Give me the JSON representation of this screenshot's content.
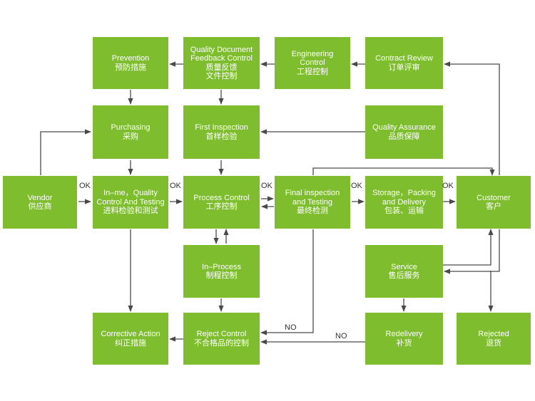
{
  "colors": {
    "box_fill": "#7dbd2e",
    "box_text": "#ffffff",
    "arrow": "#4a4a4a",
    "label": "#333333"
  },
  "boxes": {
    "prevention": {
      "en": [
        "Prevention"
      ],
      "zh": "预防措施"
    },
    "qdfc": {
      "en": [
        "Quality Document",
        "Feedback Control"
      ],
      "zh": [
        "质量反馈",
        "文件控制"
      ]
    },
    "engineering": {
      "en": [
        "Engineering",
        "Control"
      ],
      "zh": "工程控制"
    },
    "contract": {
      "en": [
        "Contract Review"
      ],
      "zh": "订单评审"
    },
    "purchasing": {
      "en": [
        "Purchasing"
      ],
      "zh": "采购"
    },
    "first_insp": {
      "en": [
        "First Inspection"
      ],
      "zh": "首样检验"
    },
    "qa": {
      "en": [
        "Quality Assurance"
      ],
      "zh": "品质保障"
    },
    "vendor": {
      "en": [
        "Vendor"
      ],
      "zh": "供应商"
    },
    "incoming": {
      "en": [
        "In–me，Quality",
        "Control And Testing"
      ],
      "zh": "进料检验和测试"
    },
    "process": {
      "en": [
        "Process Control"
      ],
      "zh": "工序控制"
    },
    "final": {
      "en": [
        "Final inspection",
        "and Testing"
      ],
      "zh": "最终检测"
    },
    "storage": {
      "en": [
        "Storage，Packing",
        "and Delivery"
      ],
      "zh": "包装、运输"
    },
    "customer": {
      "en": [
        "Customer"
      ],
      "zh": "客户"
    },
    "inprocess": {
      "en": [
        "In–Process"
      ],
      "zh": "制程控制"
    },
    "service": {
      "en": [
        "Service"
      ],
      "zh": "售后服务"
    },
    "corrective": {
      "en": [
        "Corrective Action"
      ],
      "zh": "纠正措施"
    },
    "reject": {
      "en": [
        "Reject Control"
      ],
      "zh": "不合格品的控制"
    },
    "redelivery": {
      "en": [
        "Redelivery"
      ],
      "zh": "补货"
    },
    "rejected": {
      "en": [
        "Rejected"
      ],
      "zh": "退货"
    }
  },
  "labels": {
    "ok1": "OK",
    "ok2": "OK",
    "ok3": "OK",
    "ok4": "OK",
    "ok5": "OK",
    "no1": "NO",
    "no2": "NO"
  }
}
